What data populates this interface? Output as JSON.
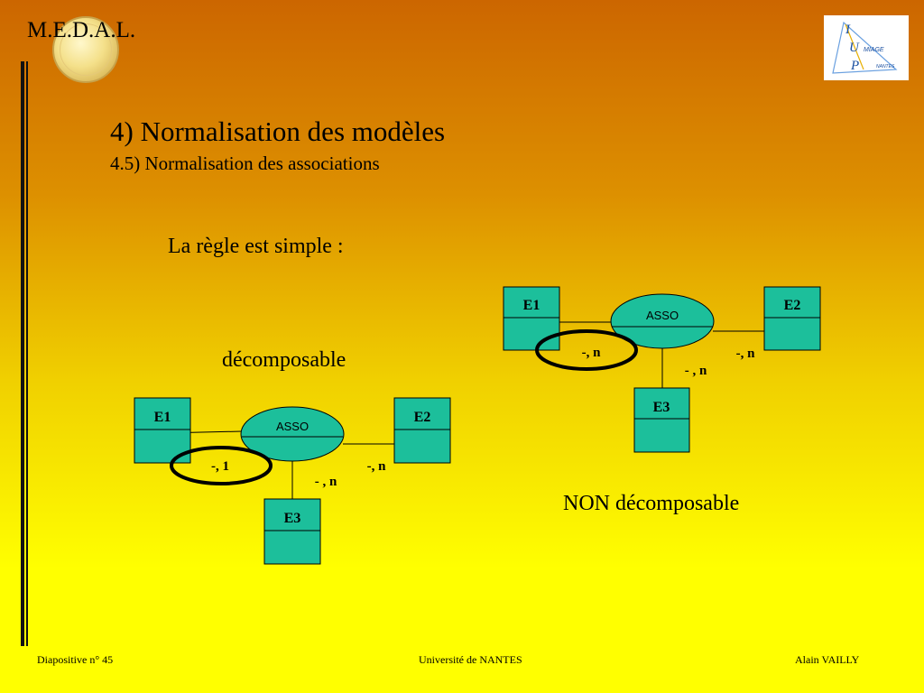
{
  "header": {
    "brand": "M.E.D.A.L.",
    "logo_lines": [
      "I",
      "U",
      "P",
      "MIAGE",
      "NANTES"
    ]
  },
  "title": {
    "main": "4) Normalisation des modèles",
    "sub": "4.5) Normalisation des associations"
  },
  "body": {
    "rule": "La règle est simple :",
    "left_caption": "décomposable",
    "right_caption": "NON décomposable"
  },
  "left_diagram": {
    "entities": [
      "E1",
      "E2",
      "E3"
    ],
    "association": "ASSO",
    "cardinalities": {
      "e1": "-, 1",
      "e2": "-, n",
      "e3": "- , n"
    }
  },
  "right_diagram": {
    "entities": [
      "E1",
      "E2",
      "E3"
    ],
    "association": "ASSO",
    "cardinalities": {
      "e1": "-, n",
      "e2": "-, n",
      "e3": "- , n"
    }
  },
  "footer": {
    "slide": "Diapositive n° 45",
    "university": "Université de NANTES",
    "author": "Alain VAILLY"
  },
  "colors": {
    "entity_fill": "#1cbf9b",
    "highlight_ring": "#000000"
  }
}
